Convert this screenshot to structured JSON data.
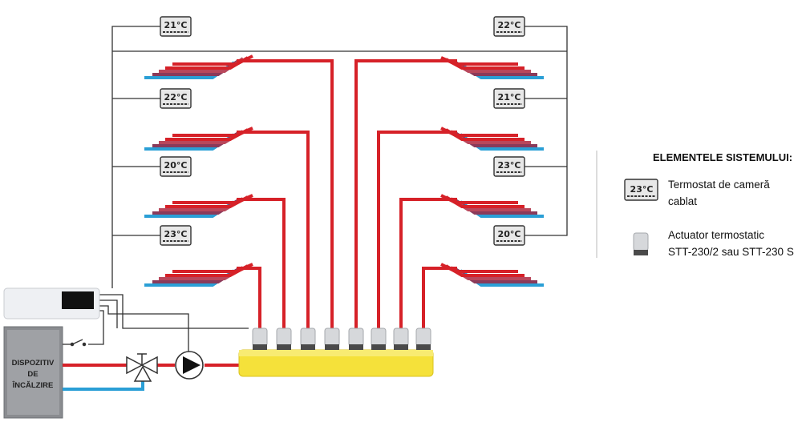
{
  "thermostats": {
    "left": [
      "21°C",
      "22°C",
      "20°C",
      "23°C"
    ],
    "right": [
      "22°C",
      "21°C",
      "23°C",
      "20°C"
    ]
  },
  "legend": {
    "title": "ELEMENTELE SISTEMULUI:",
    "thermostat_sample": "23°C",
    "thermostat_line1": "Termostat de cameră",
    "thermostat_line2": "cablat",
    "actuator_line1": "Actuator termostatic",
    "actuator_line2": "STT-230/2 sau STT-230 S"
  },
  "heating_device": {
    "line1": "DISPOZITIV",
    "line2": "DE",
    "line3": "ÎNCĂLZIRE"
  },
  "colors": {
    "supply": "#d62128",
    "return": "#2a9fd6",
    "mid": "#8a3a5a",
    "manifold": "#f5e13a",
    "wire": "#333333"
  }
}
